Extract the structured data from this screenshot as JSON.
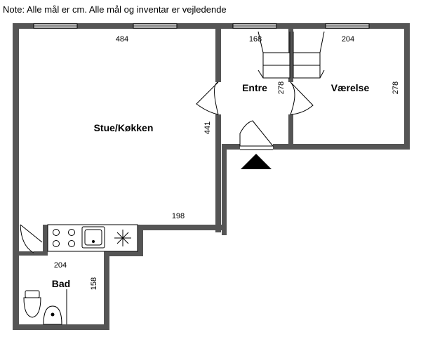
{
  "note": "Note: Alle mål er cm. Alle mål og inventar er vejledende",
  "rooms": {
    "stue": "Stue/Køkken",
    "entre": "Entre",
    "vaerelse": "Værelse",
    "bad": "Bad"
  },
  "dimensions": {
    "stue_width": "484",
    "stue_height": "441",
    "stue_bottom": "198",
    "entre_width": "168",
    "entre_height": "278",
    "vaerelse_width": "204",
    "vaerelse_height": "278",
    "bad_width": "204",
    "bad_height": "158"
  },
  "colors": {
    "wall": "#555555",
    "stroke": "#000000",
    "arrow": "#000000"
  },
  "icons": {
    "entrance": "entrance-arrow-icon",
    "toilet": "toilet-icon",
    "sink": "sink-icon",
    "stove": "stove-icon",
    "window": "window-icon"
  }
}
